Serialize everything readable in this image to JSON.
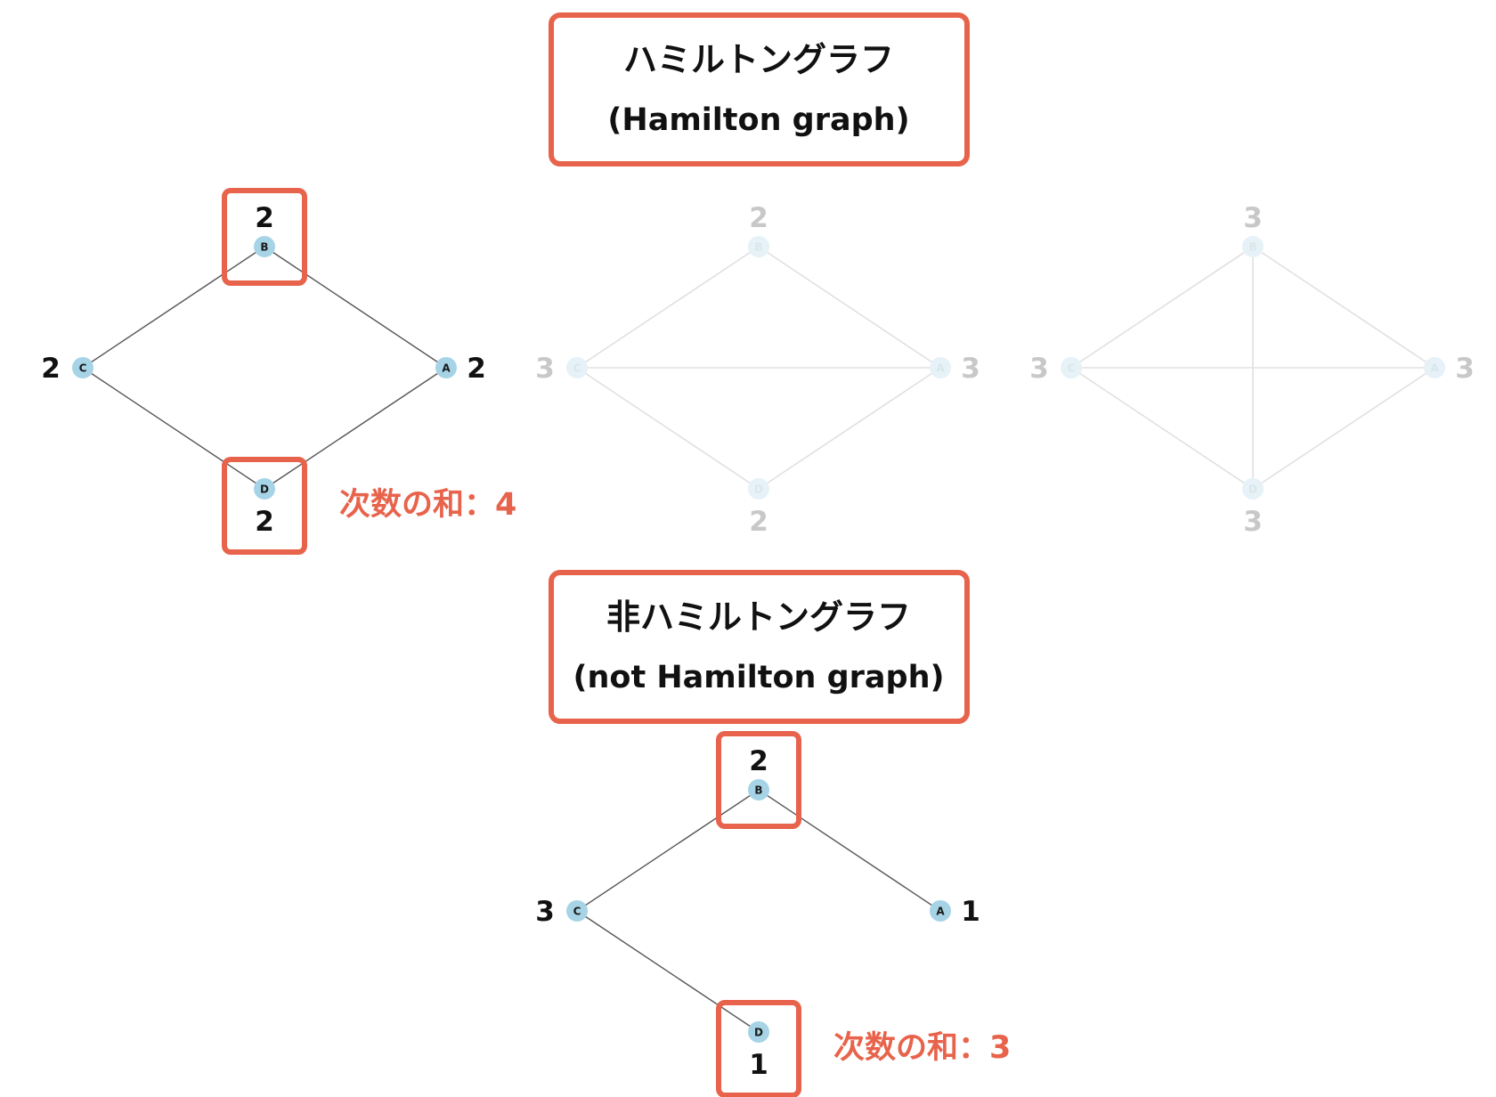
{
  "colors": {
    "accent": "#e8634b",
    "node_fill": "#a6d4e6",
    "edge_dark": "#555555",
    "edge_faded": "#e0e0e0",
    "text_dark": "#111111",
    "text_faded": "#c8c8c8",
    "node_faded": "#e6f2f7"
  },
  "hamilton_title": {
    "line1": "ハミルトングラフ",
    "line2": "(Hamilton graph)"
  },
  "non_hamilton_title": {
    "line1": "非ハミルトングラフ",
    "line2": "(not Hamilton graph)"
  },
  "graphs": [
    {
      "id": "cycle4",
      "faded": false,
      "nodes": [
        {
          "id": "A",
          "degree": "2"
        },
        {
          "id": "B",
          "degree": "2"
        },
        {
          "id": "C",
          "degree": "2"
        },
        {
          "id": "D",
          "degree": "2"
        }
      ],
      "edges": [
        [
          "B",
          "A"
        ],
        [
          "B",
          "C"
        ],
        [
          "C",
          "D"
        ],
        [
          "A",
          "D"
        ]
      ],
      "sum_label": "次数の和：4"
    },
    {
      "id": "diamond",
      "faded": true,
      "nodes": [
        {
          "id": "A",
          "degree": "3"
        },
        {
          "id": "B",
          "degree": "2"
        },
        {
          "id": "C",
          "degree": "3"
        },
        {
          "id": "D",
          "degree": "2"
        }
      ],
      "edges": [
        [
          "B",
          "A"
        ],
        [
          "B",
          "C"
        ],
        [
          "C",
          "D"
        ],
        [
          "A",
          "D"
        ],
        [
          "C",
          "A"
        ]
      ]
    },
    {
      "id": "complete4",
      "faded": true,
      "nodes": [
        {
          "id": "A",
          "degree": "3"
        },
        {
          "id": "B",
          "degree": "3"
        },
        {
          "id": "C",
          "degree": "3"
        },
        {
          "id": "D",
          "degree": "3"
        }
      ],
      "edges": [
        [
          "B",
          "A"
        ],
        [
          "B",
          "C"
        ],
        [
          "C",
          "D"
        ],
        [
          "A",
          "D"
        ],
        [
          "C",
          "A"
        ],
        [
          "B",
          "D"
        ]
      ]
    },
    {
      "id": "path4",
      "faded": false,
      "nodes": [
        {
          "id": "A",
          "degree": "1"
        },
        {
          "id": "B",
          "degree": "2"
        },
        {
          "id": "C",
          "degree": "3"
        },
        {
          "id": "D",
          "degree": "1"
        }
      ],
      "edges": [
        [
          "B",
          "A"
        ],
        [
          "B",
          "C"
        ],
        [
          "C",
          "D"
        ]
      ],
      "sum_label": "次数の和：3"
    }
  ]
}
